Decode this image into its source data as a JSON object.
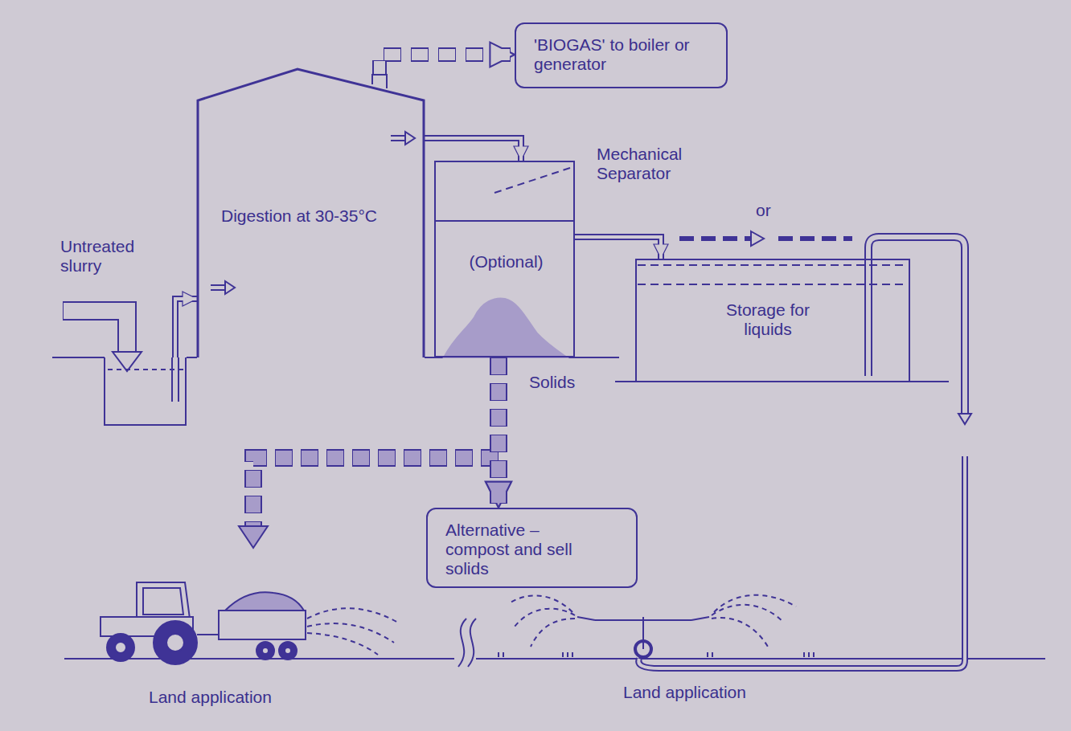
{
  "diagram": {
    "nodes": [
      {
        "text": [
          "'BIOGAS' to boiler or generator"
        ]
      },
      {
        "text": [
          "Untreated slurry"
        ]
      },
      {
        "text": [
          "Digestion at 30-35°C"
        ]
      },
      {
        "text": [
          "Mechanical Separator",
          "(Optional)"
        ]
      },
      {
        "text": [
          "Storage for liquids"
        ]
      },
      {
        "text": [
          "Alternative – compost and sell solids"
        ]
      }
    ],
    "edges": [
      {
        "from": 1,
        "to": 2,
        "arrow": "to"
      },
      {
        "from": 2,
        "to": 0,
        "arrow": "to"
      },
      {
        "from": 2,
        "to": 3,
        "arrow": "to"
      },
      {
        "from": 3,
        "to": 4,
        "arrow": "to"
      },
      {
        "from": 3,
        "to": 5,
        "arrow": "to"
      }
    ],
    "labels": [
      "or",
      "Solids",
      "Land application",
      "Land application"
    ]
  }
}
